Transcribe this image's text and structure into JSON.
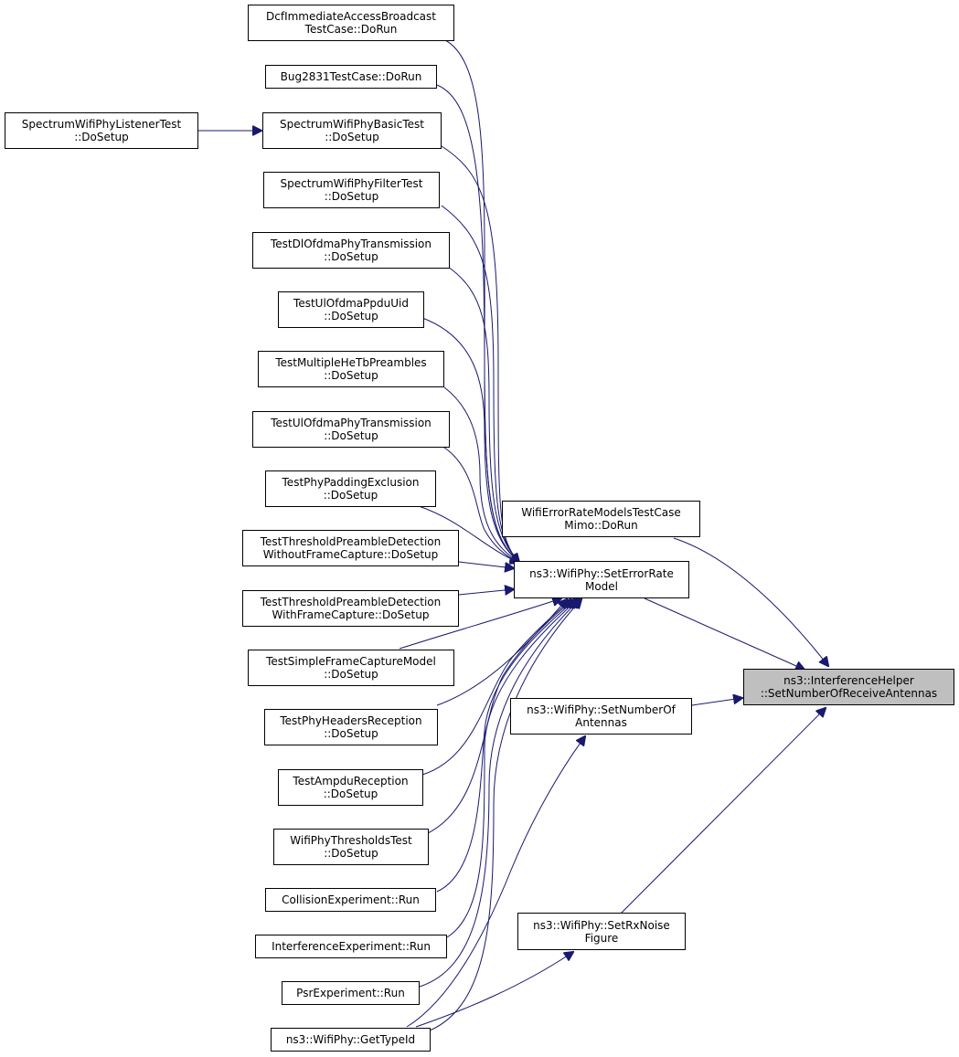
{
  "colors": {
    "edge": "#191970",
    "focus_fill": "#bfbfbf",
    "node_fill": "#ffffff",
    "node_border": "#000000"
  },
  "nodes": {
    "dcf": {
      "line1": "DcfImmediateAccessBroadcast",
      "line2": "TestCase::DoRun"
    },
    "bug2831": {
      "line1": "Bug2831TestCase::DoRun"
    },
    "listener": {
      "line1": "SpectrumWifiPhyListenerTest",
      "line2": "::DoSetup"
    },
    "basic": {
      "line1": "SpectrumWifiPhyBasicTest",
      "line2": "::DoSetup"
    },
    "filter": {
      "line1": "SpectrumWifiPhyFilterTest",
      "line2": "::DoSetup"
    },
    "dlofdma": {
      "line1": "TestDlOfdmaPhyTransmission",
      "line2": "::DoSetup"
    },
    "ulppdu": {
      "line1": "TestUlOfdmaPpduUid",
      "line2": "::DoSetup"
    },
    "multihe": {
      "line1": "TestMultipleHeTbPreambles",
      "line2": "::DoSetup"
    },
    "ulofdma": {
      "line1": "TestUlOfdmaPhyTransmission",
      "line2": "::DoSetup"
    },
    "padding": {
      "line1": "TestPhyPaddingExclusion",
      "line2": "::DoSetup"
    },
    "threshwo": {
      "line1": "TestThresholdPreambleDetection",
      "line2": "WithoutFrameCapture::DoSetup"
    },
    "threshwith": {
      "line1": "TestThresholdPreambleDetection",
      "line2": "WithFrameCapture::DoSetup"
    },
    "simplefc": {
      "line1": "TestSimpleFrameCaptureModel",
      "line2": "::DoSetup"
    },
    "headers": {
      "line1": "TestPhyHeadersReception",
      "line2": "::DoSetup"
    },
    "ampdu": {
      "line1": "TestAmpduReception",
      "line2": "::DoSetup"
    },
    "thresholds": {
      "line1": "WifiPhyThresholdsTest",
      "line2": "::DoSetup"
    },
    "collision": {
      "line1": "CollisionExperiment::Run"
    },
    "interf": {
      "line1": "InterferenceExperiment::Run"
    },
    "psr": {
      "line1": "PsrExperiment::Run"
    },
    "typeid": {
      "line1": "ns3::WifiPhy::GetTypeId"
    },
    "mimo": {
      "line1": "WifiErrorRateModelsTestCase",
      "line2": "Mimo::DoRun"
    },
    "seterr": {
      "line1": "ns3::WifiPhy::SetErrorRate",
      "line2": "Model"
    },
    "setnum": {
      "line1": "ns3::WifiPhy::SetNumberOf",
      "line2": "Antennas"
    },
    "setrx": {
      "line1": "ns3::WifiPhy::SetRxNoise",
      "line2": "Figure"
    },
    "target": {
      "line1": "ns3::InterferenceHelper",
      "line2": "::SetNumberOfReceiveAntennas"
    }
  }
}
